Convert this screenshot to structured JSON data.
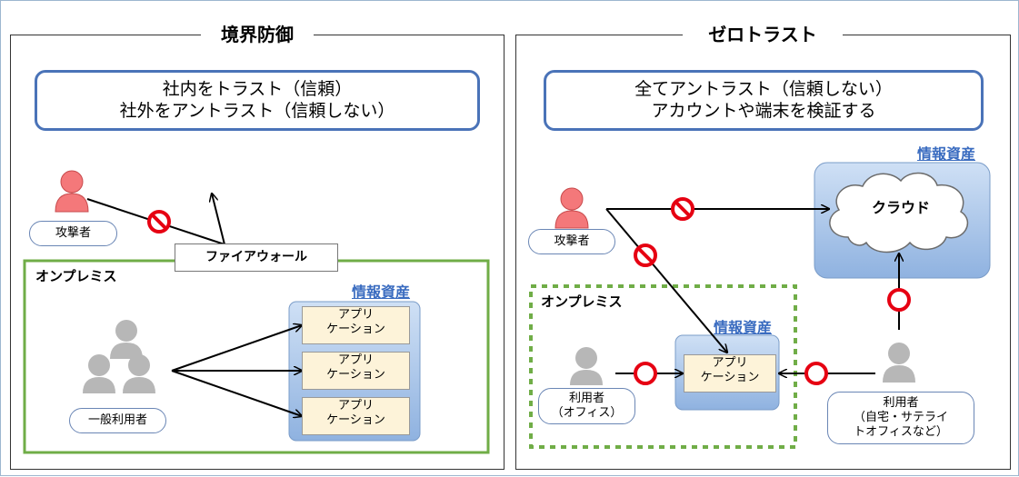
{
  "panels": {
    "left": {
      "title": "境界防御",
      "policy": [
        "社内をトラスト（信頼）",
        "社外をアントラスト（信頼しない）"
      ],
      "attacker": "攻撃者",
      "firewall": "ファイアウォール",
      "onprem": "オンプレミス",
      "assets": "情報資産",
      "apps": [
        [
          "アプリ",
          "ケーション"
        ],
        [
          "アプリ",
          "ケーション"
        ],
        [
          "アプリ",
          "ケーション"
        ]
      ],
      "users": "一般利用者"
    },
    "right": {
      "title": "ゼロトラスト",
      "policy": [
        "全てアントラスト（信頼しない）",
        "アカウントや端末を検証する"
      ],
      "attacker": "攻撃者",
      "assets_cloud": "情報資産",
      "cloud": "クラウド",
      "onprem": "オンプレミス",
      "assets_onprem": "情報資産",
      "app": [
        "アプリ",
        "ケーション"
      ],
      "office_user": [
        "利用者",
        "（オフィス）"
      ],
      "remote_user": [
        "利用者",
        "（自宅・サテライ",
        "トオフィスなど）"
      ]
    }
  },
  "colors": {
    "policy_border": "#4a73b8",
    "onprem_border": "#70ad47",
    "attacker": "#f4787a",
    "user": "#b7b7b7",
    "deny": "#e60012",
    "allow": "#e60012",
    "assets_text": "#3a6cc0",
    "app_fill": "#fdf3d9",
    "asset_container": "#9dbde6"
  },
  "icons": [
    "person-icon",
    "deny-icon",
    "allow-icon",
    "cloud-icon"
  ]
}
